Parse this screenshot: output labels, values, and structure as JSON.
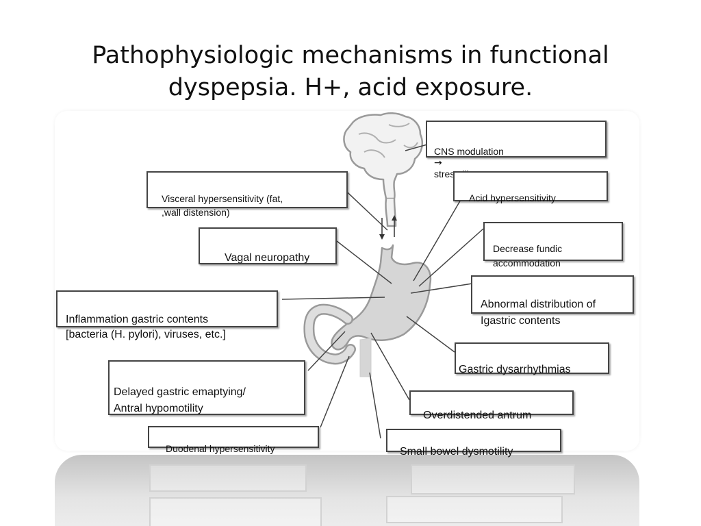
{
  "slide": {
    "title_line1": "Pathophysiologic mechanisms in functional",
    "title_line2": "dyspepsia. H+, acid exposure."
  },
  "labels": {
    "cns": {
      "before": "CNS modulation",
      "arrow": "→",
      "after": "stress,illness"
    },
    "acid_hypersensitivity": "Acid hypersensitivity",
    "visceral": "Visceral hypersensitivity (fat,\n,wall distension)",
    "vagal": "Vagal neuropathy",
    "fundic": "Decrease fundic\naccommodation",
    "abnormal_distribution": "Abnormal distribution of\nIgastric contents",
    "inflammation": "Inflammation gastric contents\n[bacteria (H. pylori), viruses, etc.]",
    "dysarrhythmias": "Gastric dysarrhythmias",
    "delayed_emptying": "Delayed gastric emaptying/\nAntral hypomotility",
    "overdistended": "Overdistended antrum",
    "duodenal": "Duodenal hypersensitivity",
    "small_bowel": "Small bowel dysmotility"
  },
  "illustration": {
    "brain": "brain-icon",
    "stomach": "stomach-icon",
    "duodenum": "duodenum-icon",
    "outline_color": "#9a9a9a",
    "fill_color": "#d6d6d6"
  }
}
